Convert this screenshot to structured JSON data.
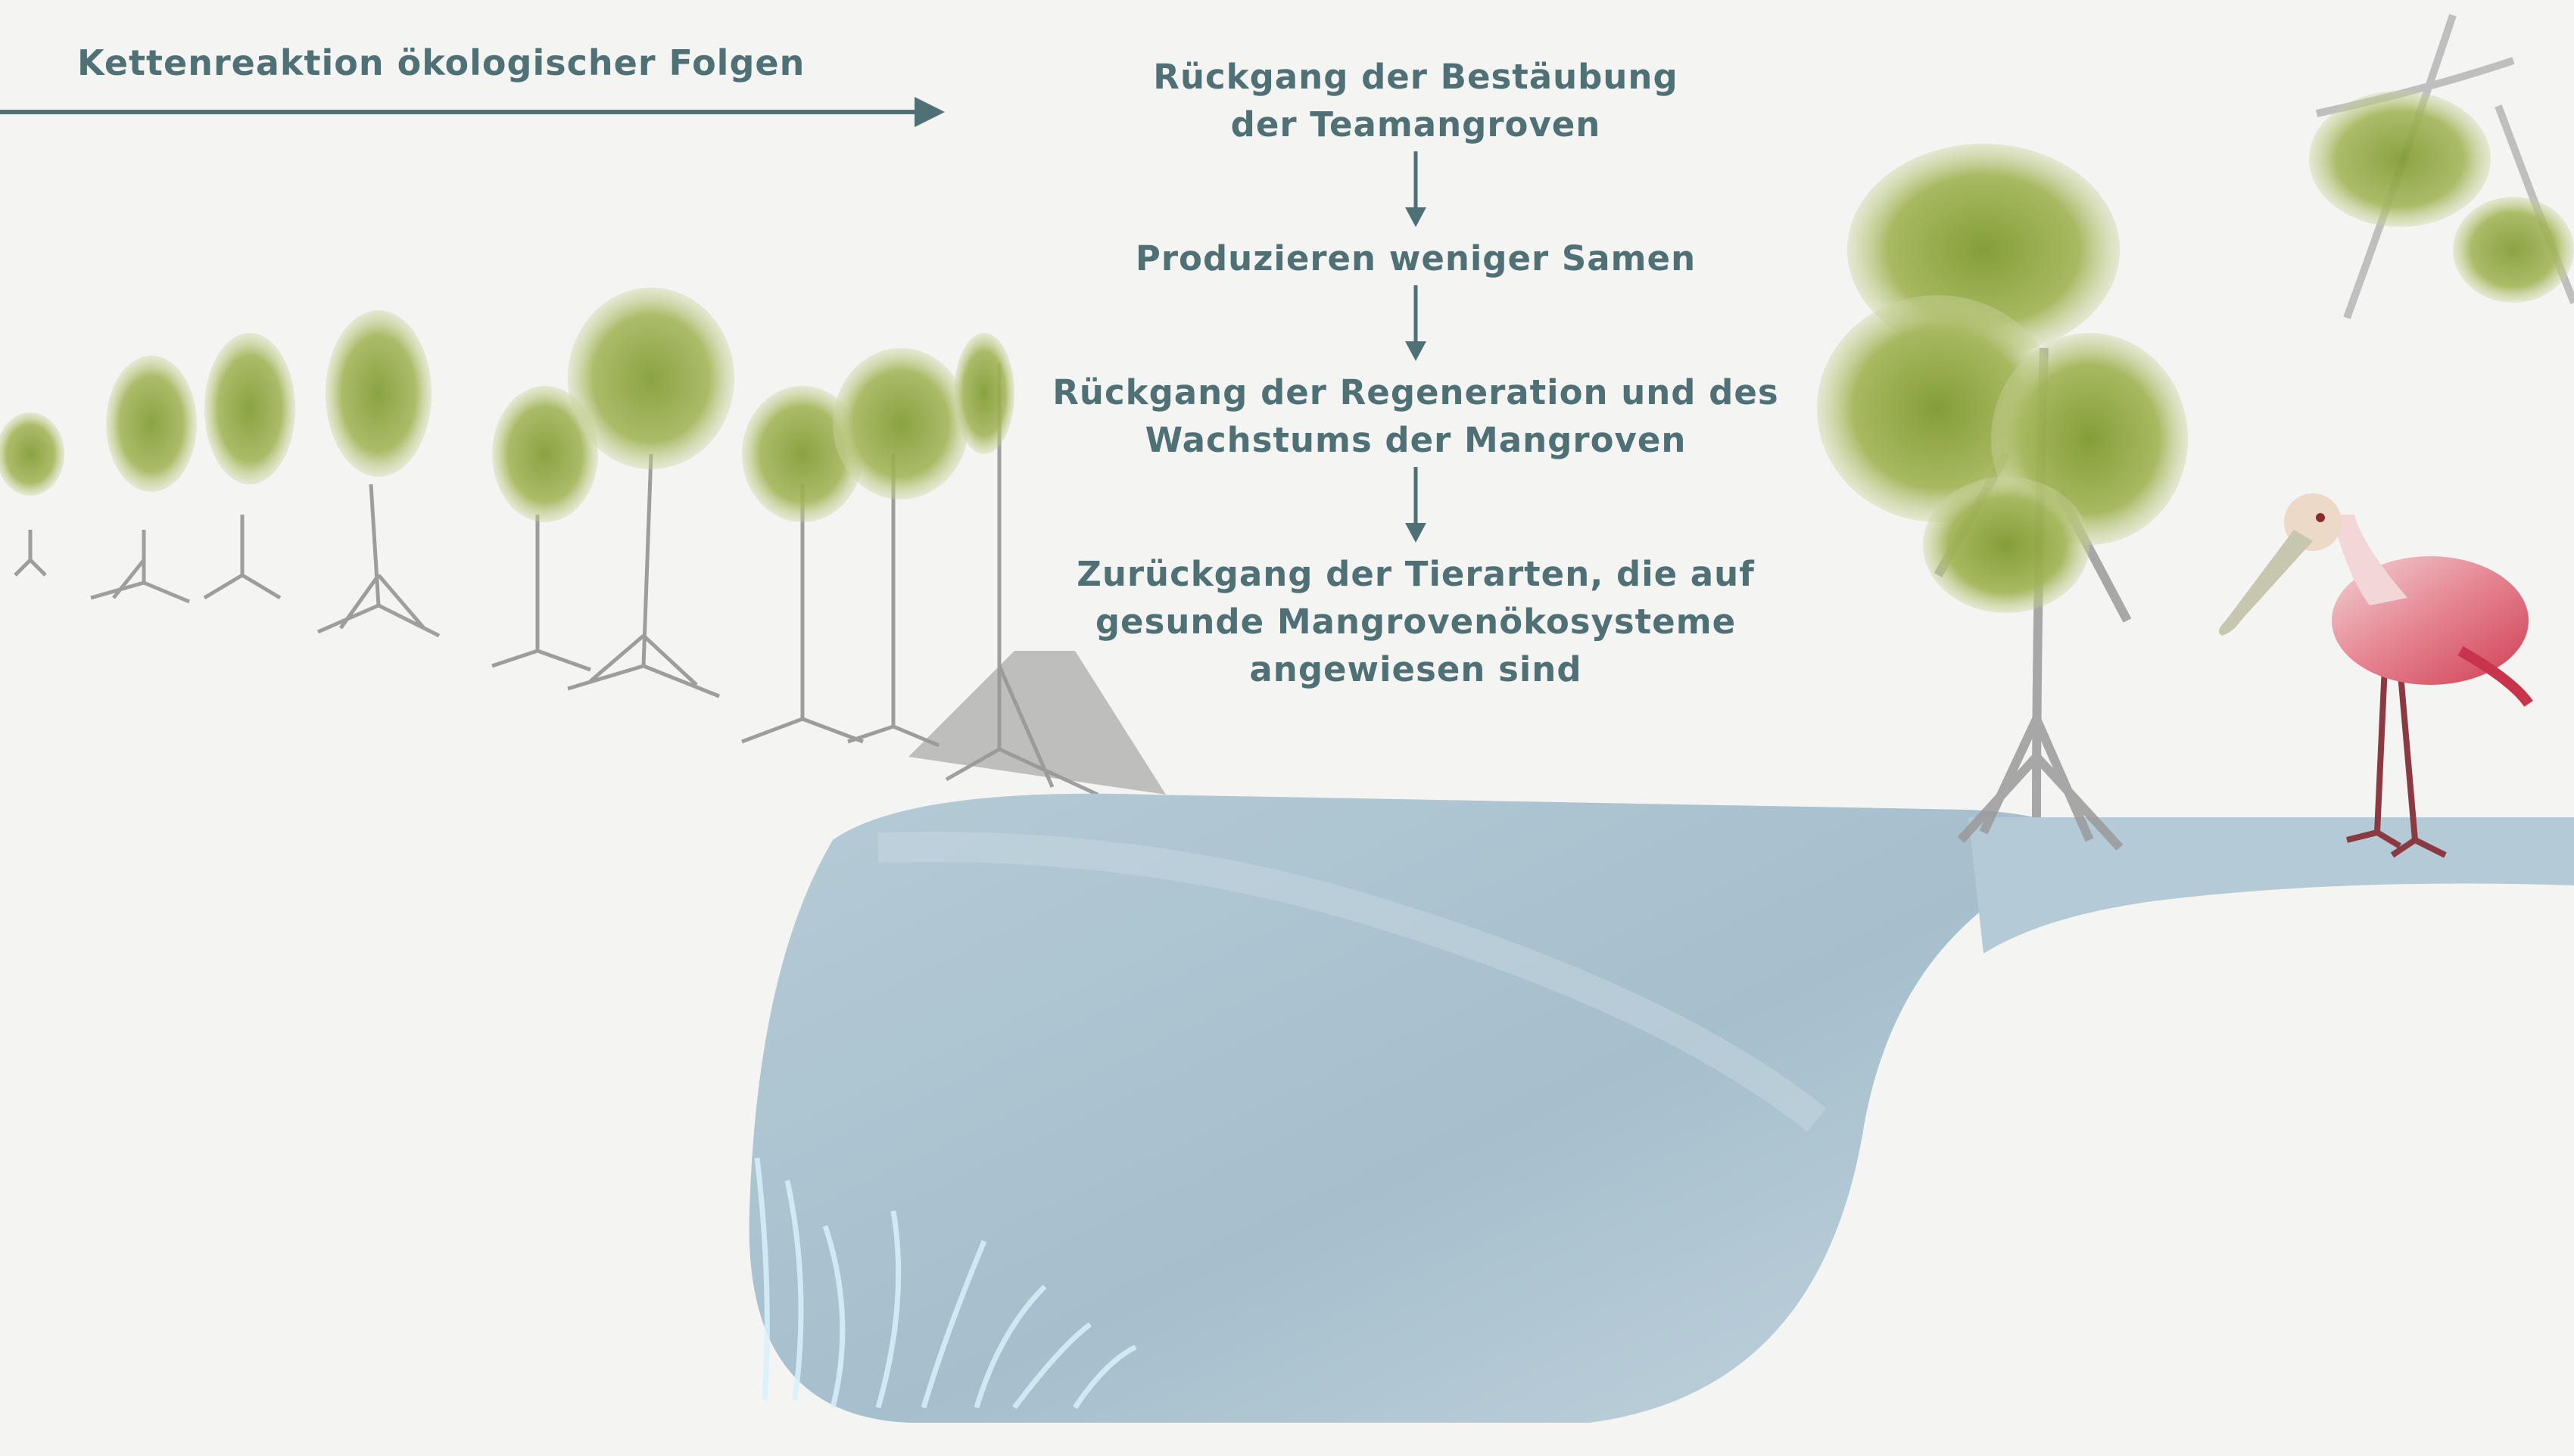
{
  "headline": "Kettenreaktion ökologischer Folgen",
  "chain": [
    {
      "lines": [
        "Rückgang der Bestäubung",
        "der Teamangroven"
      ]
    },
    {
      "lines": [
        "Produzieren weniger Samen"
      ]
    },
    {
      "lines": [
        "Rückgang der Regeneration und des",
        "Wachstums der Mangroven"
      ]
    },
    {
      "lines": [
        "Zurückgang der Tierarten, die auf",
        "gesunde Mangrovenökosysteme",
        "angewiesen sind"
      ]
    }
  ],
  "colors": {
    "text": "#4f7176",
    "background": "#f4f4f3",
    "water": "#a9c1cf",
    "foliage": "#8fa43d",
    "trunk": "#9a9a9a",
    "spoonbill": "#d94e5e"
  },
  "icons": [
    "arrow-right-icon",
    "arrow-down-icon",
    "mangrove-tree-icon",
    "roseate-spoonbill-icon",
    "water-pond-icon",
    "seagrass-icon"
  ]
}
